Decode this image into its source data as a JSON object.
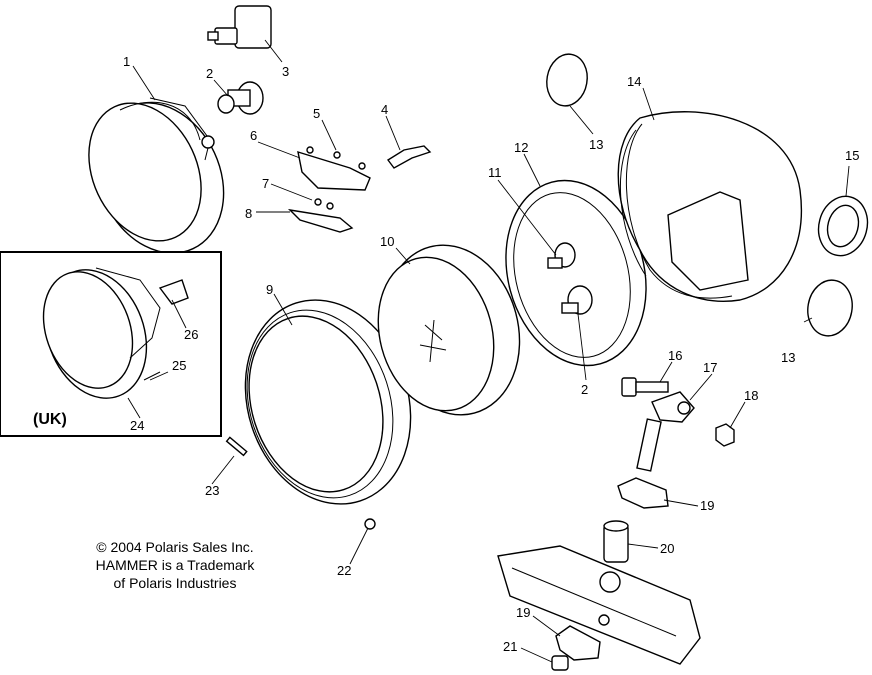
{
  "callouts": {
    "c1": "1",
    "c2a": "2",
    "c2b": "2",
    "c3": "3",
    "c4": "4",
    "c5": "5",
    "c6": "6",
    "c7": "7",
    "c8": "8",
    "c9": "9",
    "c10": "10",
    "c11": "11",
    "c12": "12",
    "c13a": "13",
    "c13b": "13",
    "c14": "14",
    "c15": "15",
    "c16": "16",
    "c17": "17",
    "c18": "18",
    "c19a": "19",
    "c19b": "19",
    "c20": "20",
    "c21": "21",
    "c22": "22",
    "c23": "23",
    "c24": "24",
    "c25": "25",
    "c26": "26"
  },
  "inset": {
    "label": "(UK)"
  },
  "footer": {
    "line1": "© 2004 Polaris Sales Inc.",
    "line2": "HAMMER is a Trademark",
    "line3": "of Polaris Industries"
  }
}
